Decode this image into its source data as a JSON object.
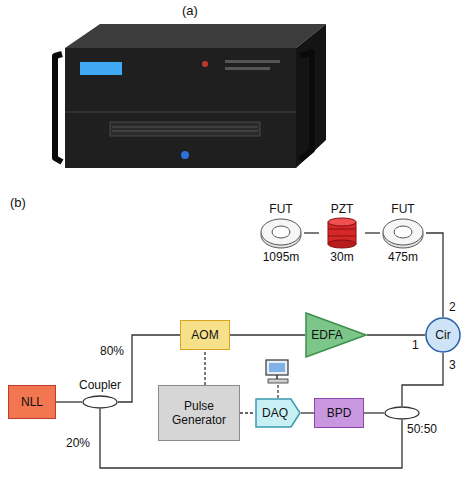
{
  "diagram": {
    "nodes": [
      {
        "text": [
          "FUT",
          "1095m"
        ]
      },
      {
        "text": [
          "PZT",
          "30m"
        ]
      },
      {
        "text": [
          "FUT",
          "475m"
        ]
      },
      {
        "text": [
          "AOM"
        ]
      },
      {
        "text": [
          "EDFA"
        ]
      },
      {
        "text": [
          "Cir"
        ]
      },
      {
        "text": [
          "NLL"
        ]
      },
      {
        "text": [
          "Coupler"
        ]
      },
      {
        "text": [
          "Pulse Generator"
        ]
      },
      {
        "text": [
          "DAQ"
        ]
      },
      {
        "text": [
          "BPD"
        ]
      },
      {
        "text": [
          "50:50"
        ]
      }
    ],
    "edges": [
      {
        "from": 6,
        "to": 7,
        "arrow": "none"
      },
      {
        "from": 7,
        "to": 3,
        "label": "80%",
        "arrow": "none"
      },
      {
        "from": 7,
        "to": 11,
        "label": "20%",
        "arrow": "none"
      },
      {
        "from": 3,
        "to": 4,
        "arrow": "none"
      },
      {
        "from": 4,
        "to": 5,
        "arrow": "none"
      },
      {
        "from": 5,
        "to": 2,
        "arrow": "none"
      },
      {
        "from": 2,
        "to": 1,
        "arrow": "none"
      },
      {
        "from": 1,
        "to": 0,
        "arrow": "none"
      },
      {
        "from": 5,
        "to": 11,
        "arrow": "none"
      },
      {
        "from": 11,
        "to": 10,
        "arrow": "none"
      },
      {
        "from": 10,
        "to": 9,
        "arrow": "none"
      },
      {
        "from": 8,
        "to": 3,
        "arrow": "none"
      },
      {
        "from": 8,
        "to": 9,
        "arrow": "none"
      }
    ],
    "labels": [
      "(a)",
      "(b)",
      "1",
      "2",
      "3"
    ]
  }
}
